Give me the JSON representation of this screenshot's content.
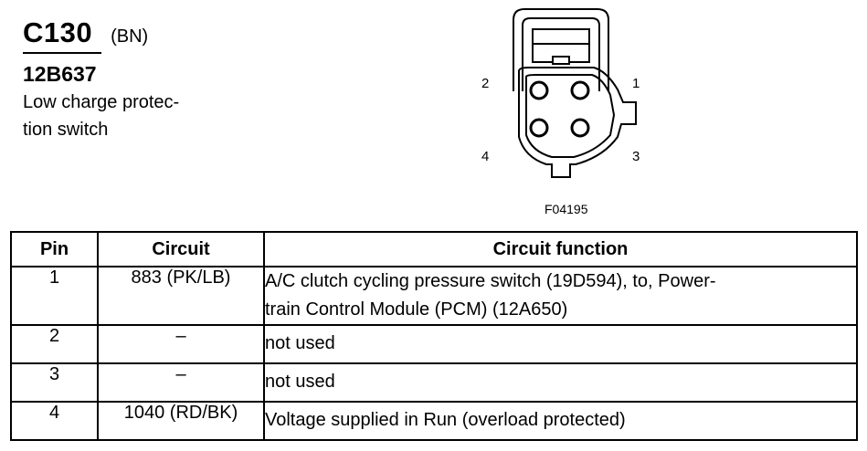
{
  "connector": {
    "id": "C130",
    "color": "(BN)",
    "part_number": "12B637",
    "description_line1": "Low charge protec-",
    "description_line2": "tion switch"
  },
  "diagram": {
    "figure_label": "F04195",
    "pin_labels": [
      "1",
      "2",
      "3",
      "4"
    ]
  },
  "table": {
    "headers": {
      "pin": "Pin",
      "circuit": "Circuit",
      "function": "Circuit function"
    },
    "rows": [
      {
        "pin": "1",
        "circuit": "883 (PK/LB)",
        "function_line1": "A/C clutch cycling pressure switch (19D594), to, Power-",
        "function_line2": "train Control Module (PCM) (12A650)"
      },
      {
        "pin": "2",
        "circuit": "–",
        "function_line1": "not used"
      },
      {
        "pin": "3",
        "circuit": "–",
        "function_line1": "not used"
      },
      {
        "pin": "4",
        "circuit": "1040 (RD/BK)",
        "function_line1": "Voltage supplied in Run (overload protected)"
      }
    ]
  }
}
